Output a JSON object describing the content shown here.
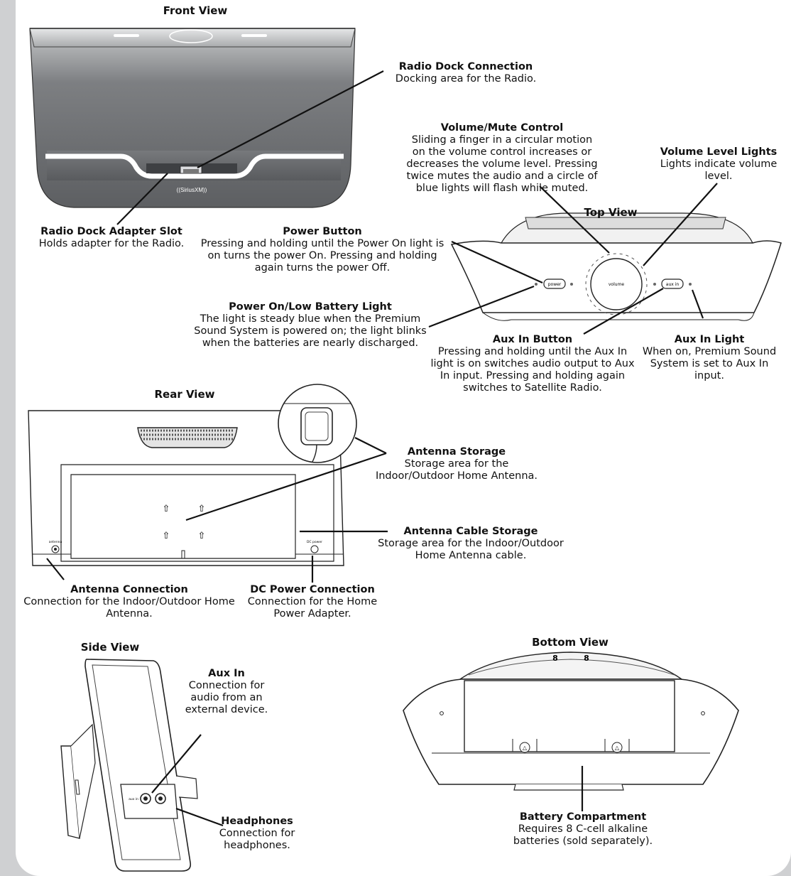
{
  "views": {
    "front": "Front View",
    "top": "Top View",
    "rear": "Rear View",
    "side": "Side View",
    "bottom": "Bottom View"
  },
  "device_text": {
    "brand": "((SiriusXM))",
    "power": "power",
    "volume": "volume",
    "aux_in": "aux in",
    "antenna": "antenna",
    "dc_power": "DC power",
    "side_aux": "aux in"
  },
  "callouts": {
    "radio_dock_connection": {
      "title": "Radio Dock Connection",
      "desc": "Docking area for the Radio."
    },
    "radio_dock_adapter_slot": {
      "title": "Radio Dock Adapter Slot",
      "desc": "Holds adapter for the Radio."
    },
    "volume_mute": {
      "title": "Volume/Mute Control",
      "desc": "Sliding a finger in a circular motion on the volume control increases or decreases the volume level. Pressing twice mutes the audio and a circle of blue lights will flash while muted."
    },
    "volume_level_lights": {
      "title": "Volume Level Lights",
      "desc": "Lights indicate volume level."
    },
    "power_button": {
      "title": "Power Button",
      "desc": "Pressing and holding until the Power On light is on turns the power On. Pressing and holding again turns the power Off."
    },
    "power_light": {
      "title": "Power On/Low Battery Light",
      "desc": "The light is steady blue when the Premium Sound System is powered on; the light blinks when the batteries are nearly discharged."
    },
    "aux_in_button": {
      "title": "Aux In Button",
      "desc": "Pressing and holding until the Aux In light is on switches audio output to Aux In input. Pressing and holding again switches to Satellite Radio."
    },
    "aux_in_light": {
      "title": "Aux In Light",
      "desc": "When on, Premium Sound System is set to Aux In input."
    },
    "antenna_storage": {
      "title": "Antenna Storage",
      "desc": "Storage area for the Indoor/Outdoor Home Antenna."
    },
    "antenna_cable_storage": {
      "title": "Antenna Cable Storage",
      "desc": "Storage area for the Indoor/Outdoor Home Antenna cable."
    },
    "antenna_connection": {
      "title": "Antenna Connection",
      "desc": "Connection for the Indoor/Outdoor Home Antenna."
    },
    "dc_power_connection": {
      "title": "DC Power Connection",
      "desc": "Connection for the Home Power Adapter."
    },
    "aux_in": {
      "title": "Aux In",
      "desc": "Connection for audio from an external device."
    },
    "headphones": {
      "title": "Headphones",
      "desc": "Connection for headphones."
    },
    "battery_compartment": {
      "title": "Battery Compartment",
      "desc": "Requires 8 C-cell alkaline batteries (sold separately)."
    }
  }
}
